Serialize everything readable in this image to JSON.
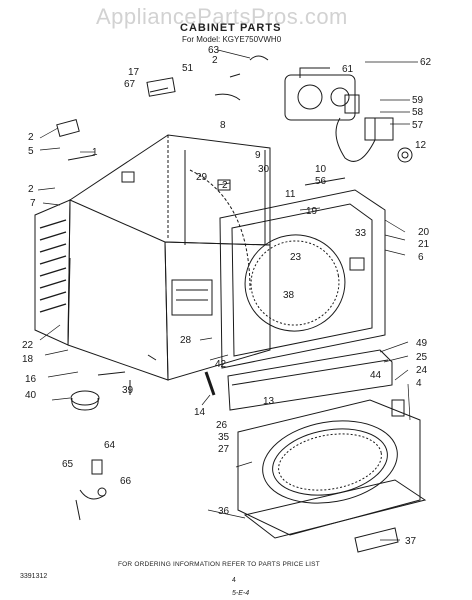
{
  "header": {
    "watermark": "AppliancePartsPros.com",
    "title": "CABINET PARTS",
    "model": "For Model: KGYE750VWH0"
  },
  "footer": {
    "instruction": "FOR ORDERING INFORMATION REFER TO PARTS PRICE LIST",
    "code": "3391312",
    "page": "4",
    "sheet": "5-E-4"
  },
  "callouts": [
    "63",
    "2",
    "51",
    "17",
    "67",
    "61",
    "62",
    "8",
    "59",
    "58",
    "57",
    "12",
    "2",
    "5",
    "1",
    "9",
    "30",
    "10",
    "56",
    "29",
    "2",
    "11",
    "2",
    "7",
    "19",
    "20",
    "21",
    "6",
    "33",
    "23",
    "38",
    "22",
    "18",
    "28",
    "16",
    "40",
    "42",
    "39",
    "49",
    "25",
    "24",
    "44",
    "4",
    "14",
    "13",
    "26",
    "35",
    "27",
    "64",
    "65",
    "66",
    "36",
    "37"
  ]
}
